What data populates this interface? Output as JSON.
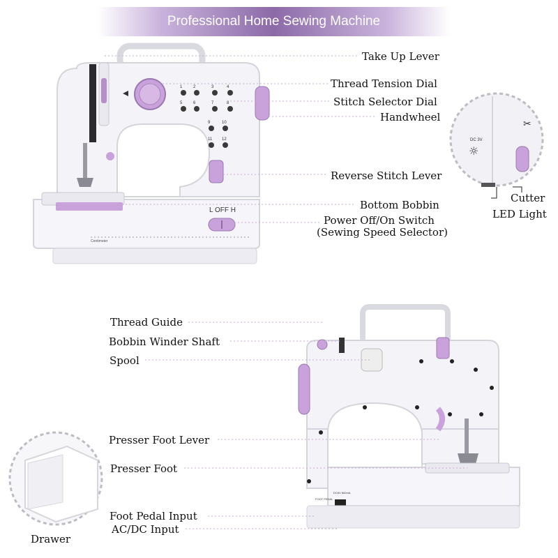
{
  "title": "Professional Home Sewing Machine",
  "colors": {
    "accent": "#b58fc9",
    "accent_dark": "#8c6aa8",
    "body": "#f4f4f8",
    "leader": "#c9a9d6"
  },
  "labels": {
    "take_up_lever": "Take Up Lever",
    "thread_tension_dial": "Thread Tension Dial",
    "stitch_selector_dial": "Stitch Selector Dial",
    "handwheel": "Handwheel",
    "reverse_stitch_lever": "Reverse Stitch Lever",
    "bottom_bobbin": "Bottom Bobbin",
    "power_switch": "Power Off/On Switch",
    "speed_selector": "(Sewing Speed Selector)",
    "cutter": "Cutter",
    "led_light": "LED Light",
    "thread_guide": "Thread Guide",
    "bobbin_winder_shaft": "Bobbin Winder Shaft",
    "spool": "Spool",
    "presser_foot_lever": "Presser Foot Lever",
    "presser_foot": "Presser Foot",
    "foot_pedal_input": "Foot Pedal Input",
    "acdc_input": "AC/DC Input",
    "drawer": "Drawer"
  },
  "machine_markings": {
    "switch_positions": "L OFF H",
    "ruler": "Centimeter",
    "stitch_numbers": [
      "1",
      "2",
      "3",
      "4",
      "5",
      "6",
      "7",
      "8",
      "9",
      "10",
      "11",
      "12"
    ],
    "dc_marking": "DC 3V",
    "foot_pedal_marking": "FOOT PEDAL",
    "power_marking": "DC6V 800mA"
  }
}
